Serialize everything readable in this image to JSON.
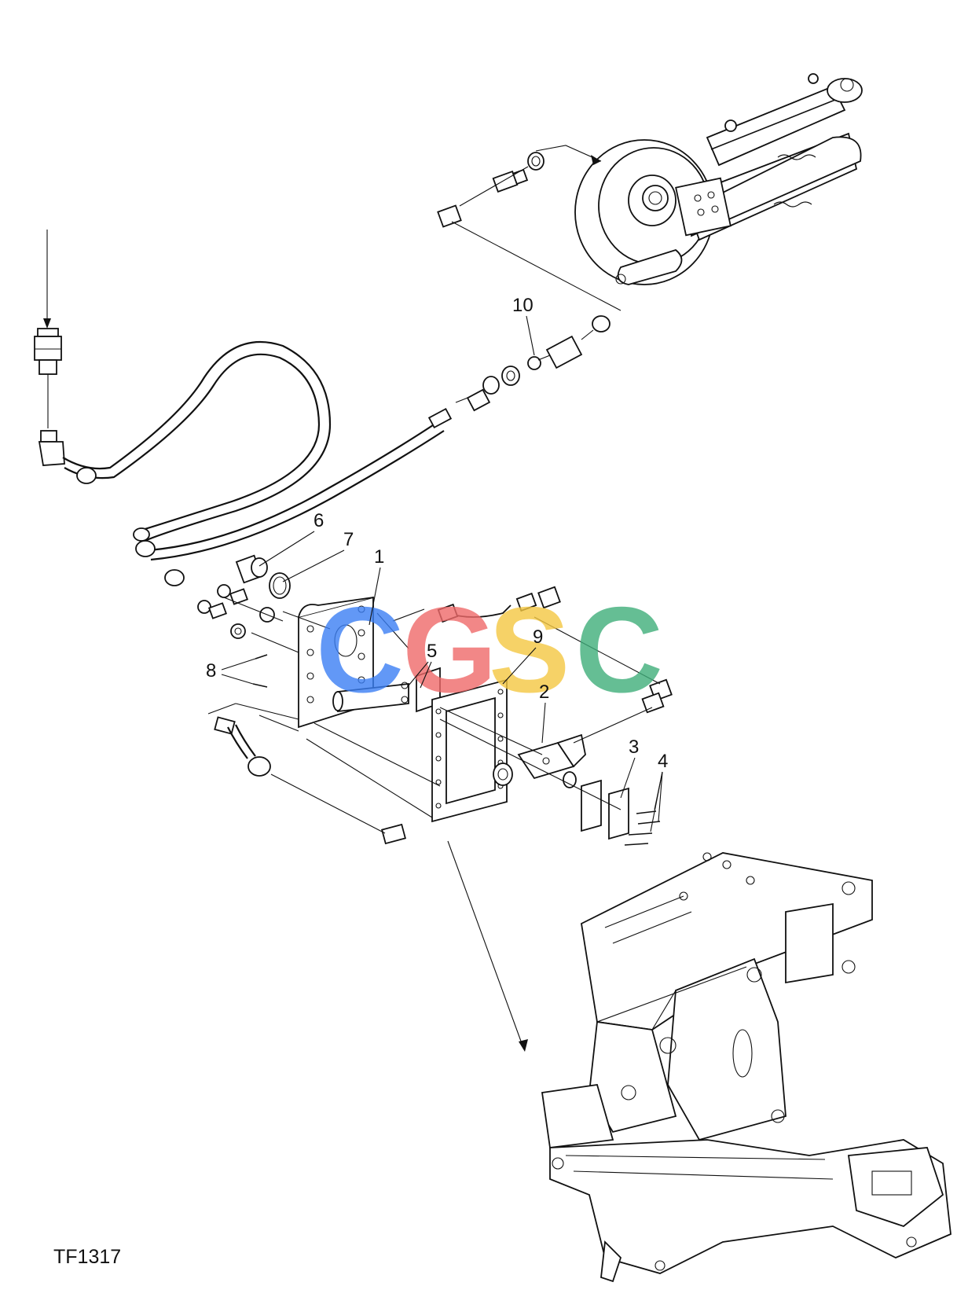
{
  "figure_id": "TF1317",
  "callouts": [
    {
      "id": "c1",
      "label": "1"
    },
    {
      "id": "c2",
      "label": "2"
    },
    {
      "id": "c3",
      "label": "3"
    },
    {
      "id": "c4",
      "label": "4"
    },
    {
      "id": "c5",
      "label": "5"
    },
    {
      "id": "c6",
      "label": "6"
    },
    {
      "id": "c7",
      "label": "7"
    },
    {
      "id": "c8",
      "label": "8"
    },
    {
      "id": "c9",
      "label": "9"
    },
    {
      "id": "c10",
      "label": "10"
    }
  ],
  "watermark": {
    "letters": [
      "C",
      "G",
      "S",
      "C"
    ],
    "colors": [
      "#3b7ff5",
      "#f06a6a",
      "#f5c842",
      "#3fae7a"
    ]
  }
}
